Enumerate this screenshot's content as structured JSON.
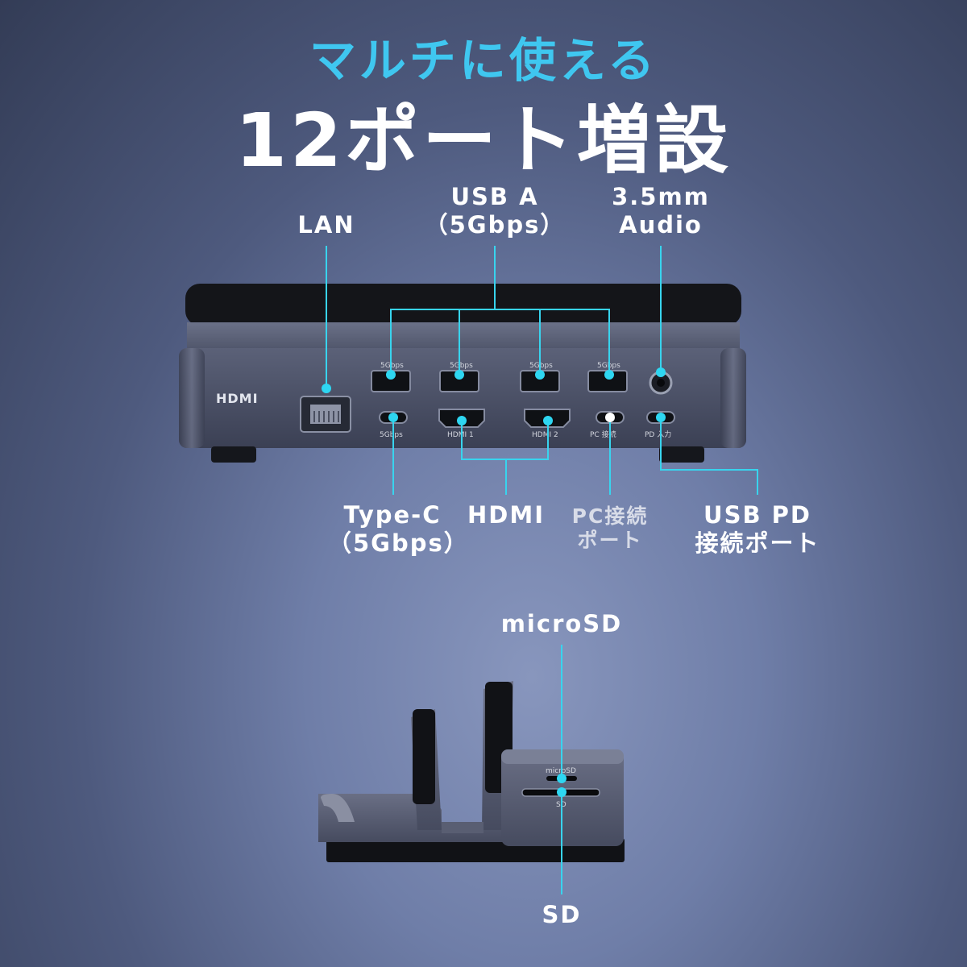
{
  "header": {
    "subtitle": "マルチに使える",
    "title": "12ポート増設"
  },
  "callouts": {
    "lan": "LAN",
    "usb_a": [
      "USB A",
      "（5Gbps）"
    ],
    "audio": [
      "3.5mm",
      "Audio"
    ],
    "type_c": [
      "Type-C",
      "（5Gbps）"
    ],
    "hdmi": "HDMI",
    "pc_port": [
      "PC接続",
      "ポート"
    ],
    "usb_pd": [
      "USB PD",
      "接続ポート"
    ],
    "microsd": "microSD",
    "sd": "SD"
  },
  "device_markings": {
    "brand_logo": "HDMI",
    "usb_a_speed": "5Gbps",
    "type_c_speed": "5Gbps",
    "hdmi1": "HDMI 1",
    "hdmi2": "HDMI 2",
    "pc_port": "PC 接続",
    "pd_port": "PD 入力",
    "microsd": "microSD",
    "sd": "SD"
  },
  "colors": {
    "accent": "#3fc7f0",
    "callout_line": "#38d4ee",
    "device_body": "#4a5068",
    "device_top": "#15171d"
  }
}
